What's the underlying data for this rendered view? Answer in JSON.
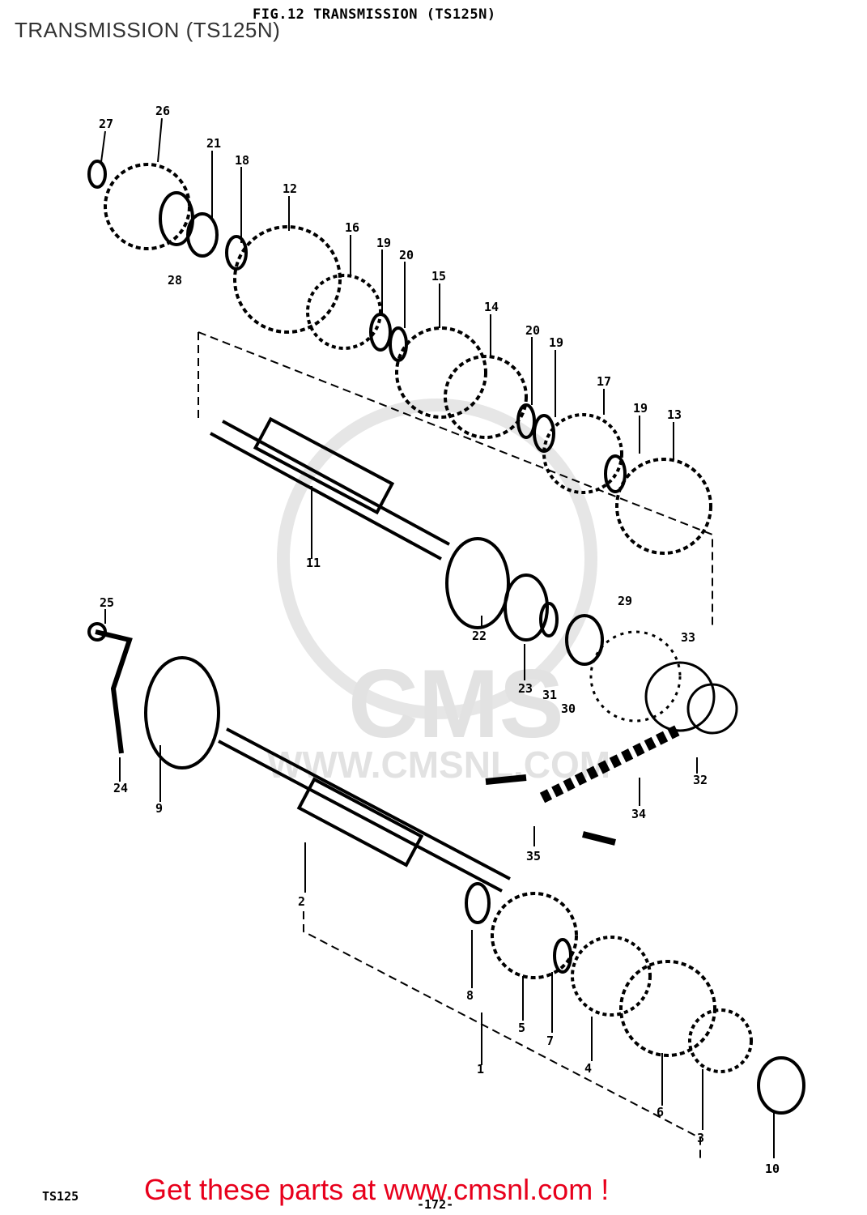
{
  "page_title": "TRANSMISSION (TS125N)",
  "figure_title": "FIG.12 TRANSMISSION (TS125N)",
  "footer_model": "TS125",
  "footer_page": "-172-",
  "watermark": {
    "logo": "CMS",
    "url": "WWW.CMSNL.COM"
  },
  "cta_text": "Get these parts at www.cmsnl.com !",
  "cta_color": "#e8001c",
  "part_labels": [
    "27",
    "26",
    "21",
    "18",
    "12",
    "28",
    "16",
    "19",
    "20",
    "15",
    "14",
    "20",
    "19",
    "17",
    "19",
    "13",
    "11",
    "25",
    "29",
    "33",
    "22",
    "23",
    "31",
    "30",
    "24",
    "9",
    "32",
    "34",
    "35",
    "2",
    "8",
    "5",
    "7",
    "4",
    "6",
    "3",
    "1",
    "10"
  ]
}
